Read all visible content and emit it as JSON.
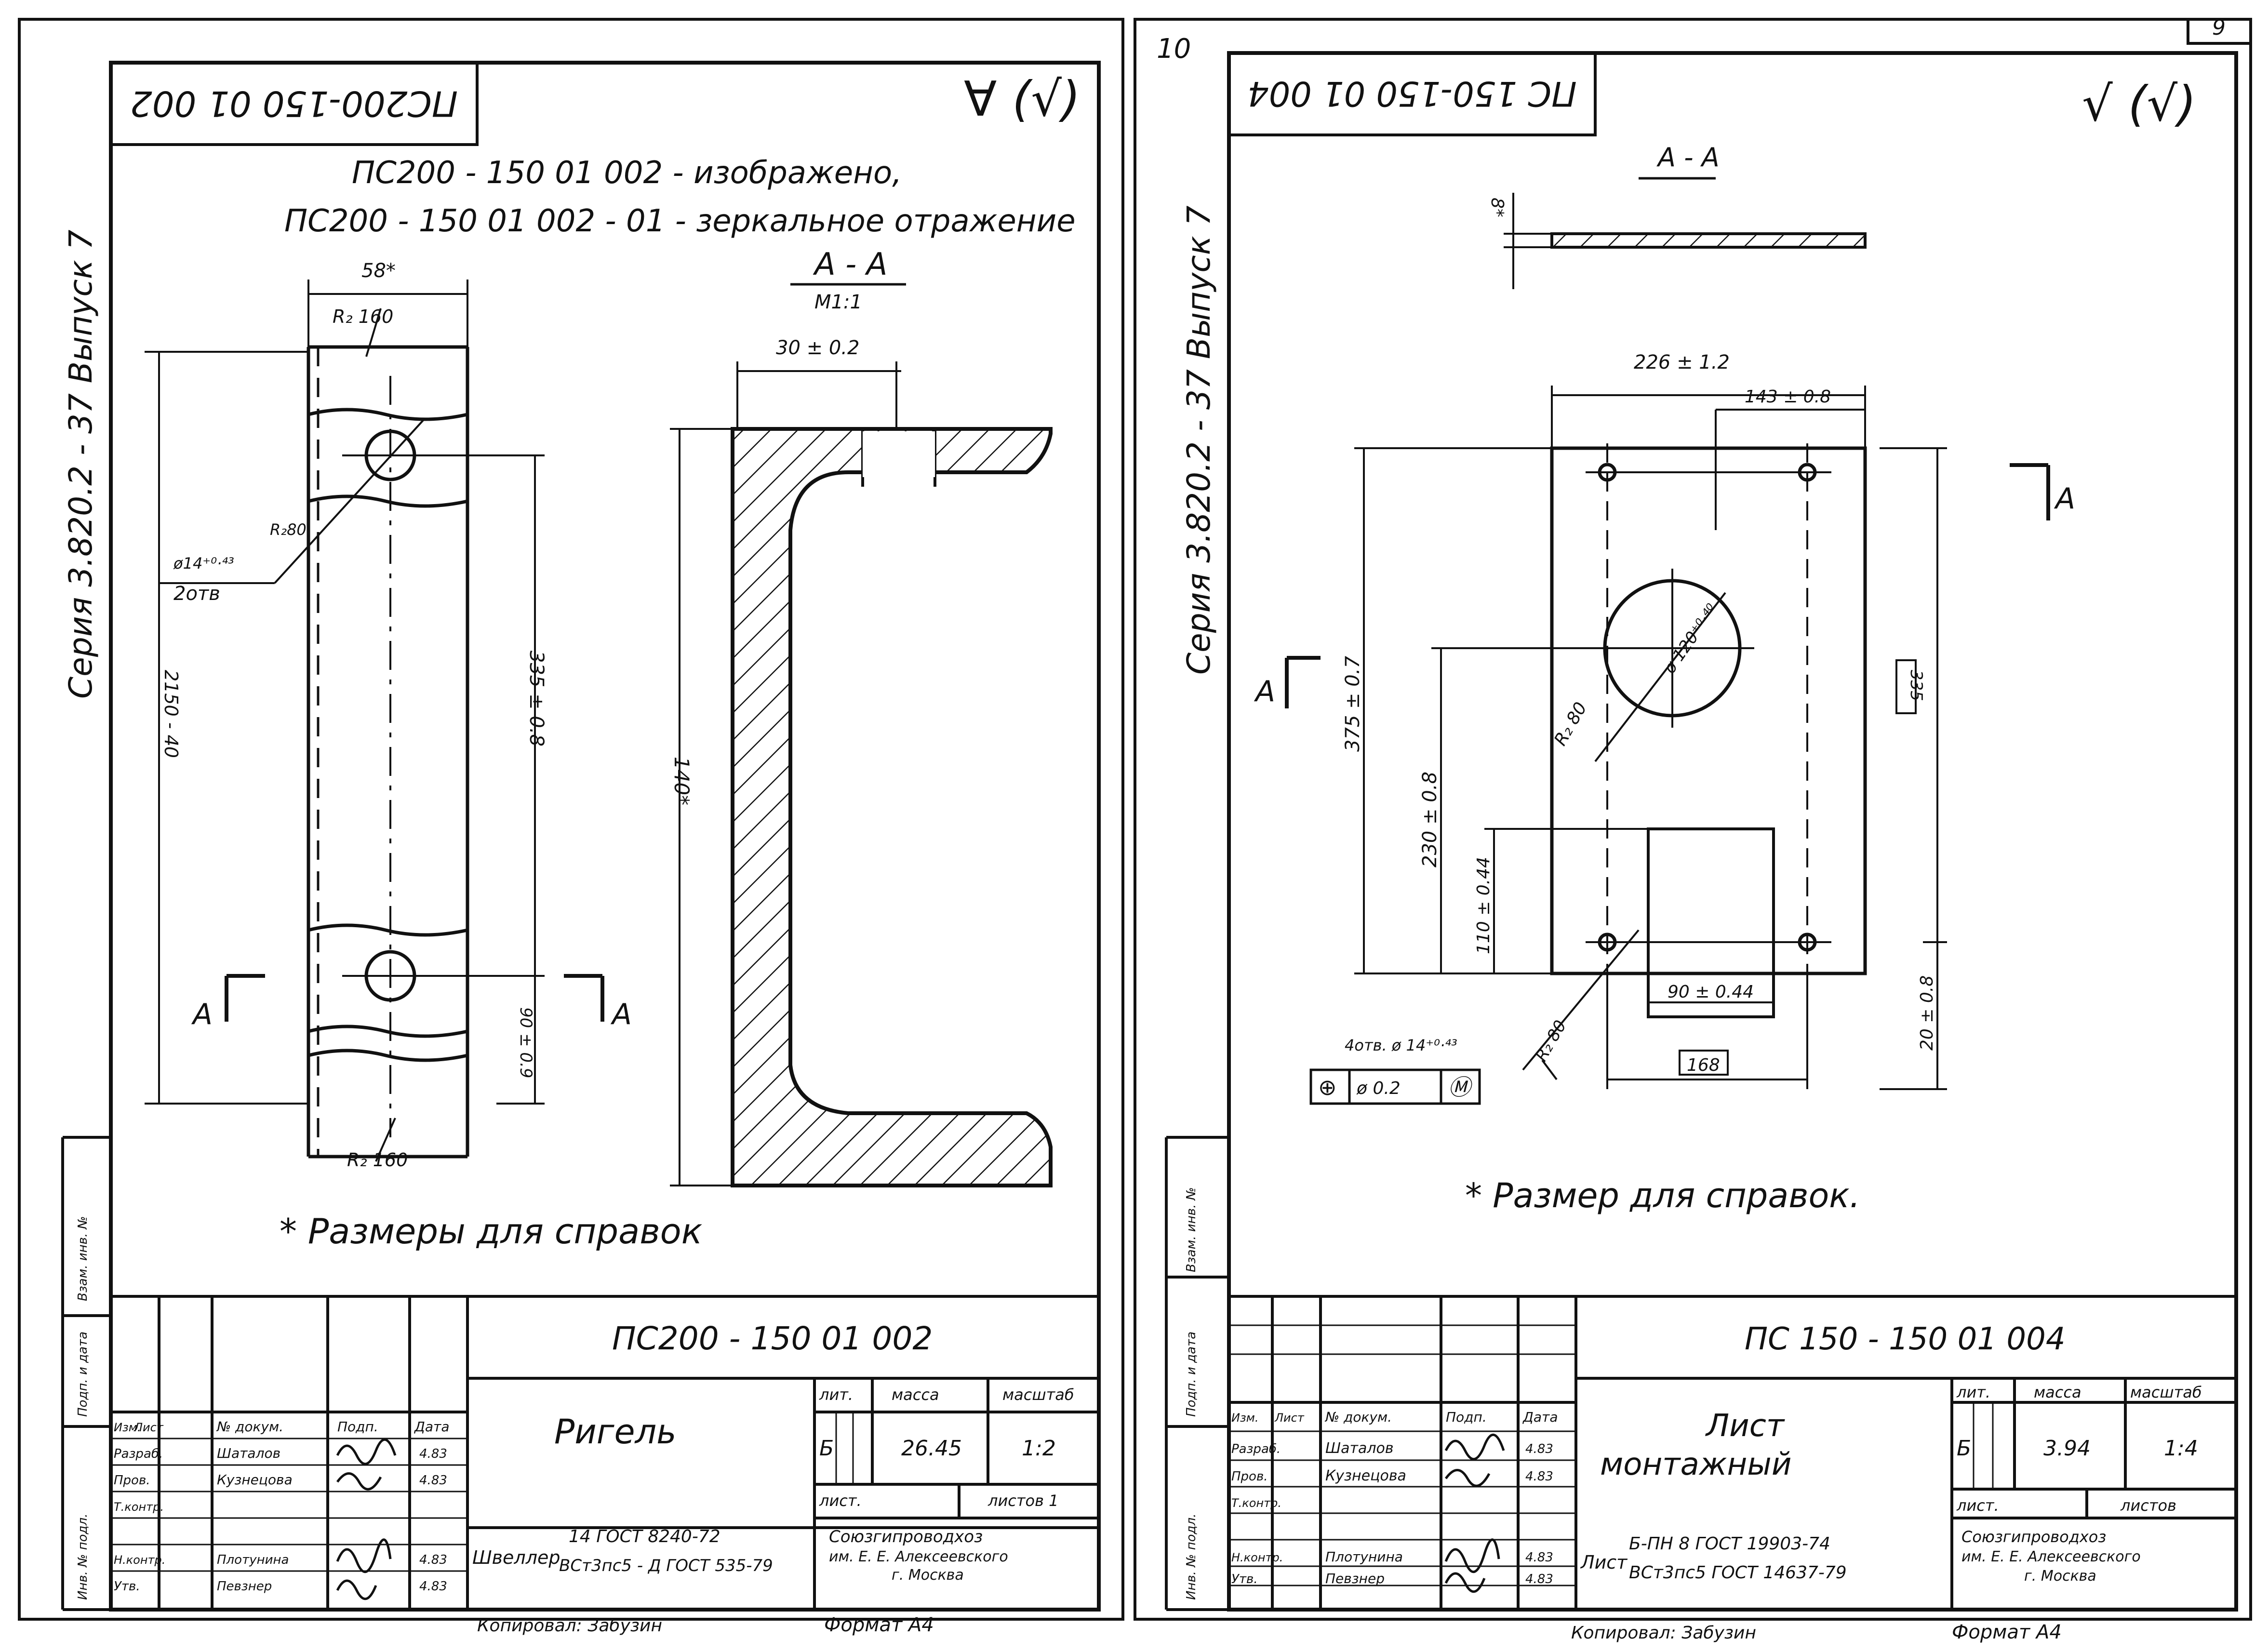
{
  "corner_page_number": "9",
  "left_sheet": {
    "stamp_mirrored": "ПС200-150 01 002",
    "roughness": "∀ (√)",
    "note_line1": "ПС200 - 150 01 002 - изображено,",
    "note_line2": "ПС200 - 150 01 002 - 01 - зеркальное отражение",
    "series": "Серия 3.820.2 - 37 Выпуск 7",
    "dims": {
      "width_top": "58*",
      "radius_top": "R₂ 160",
      "hole": "ø14⁺⁰·⁴³",
      "hole_r": "R₂80",
      "holes_count": "2отв",
      "height_total": "2150 - 40",
      "between_holes": "335 ± 0.8",
      "bottom_offset": "90 ± 0.9",
      "radius_bottom": "R₂ 160"
    },
    "section_title": "А - А",
    "section_scale": "М1:1",
    "section_dim_top": "30 ± 0.2",
    "section_dim_height": "140*",
    "section_mark_left": "А",
    "section_mark_right": "А",
    "footnote": "* Размеры для справок",
    "title_block": {
      "designation": "ПС200 - 150 01 002",
      "name": "Ригель",
      "lit_header": "лит.",
      "mass_header": "масса",
      "scale_header": "масштаб",
      "lit": "Б",
      "mass": "26.45",
      "scale": "1:2",
      "sheet_label": "лист.",
      "sheets_label": "листов 1",
      "material_label": "Швеллер",
      "material_line1": "14 ГОСТ 8240-72",
      "material_line2": "ВСт3пс5 - Д ГОСТ 535-79",
      "org_line1": "Союзгипроводхоз",
      "org_line2": "им. Е. Е. Алексеевского",
      "org_line3": "г. Москва",
      "rev_headers": [
        "Изм.",
        "Лист",
        "№ докум.",
        "Подп.",
        "Дата"
      ],
      "roles": [
        {
          "role": "Разраб.",
          "name": "Шаталов",
          "date": "4.83"
        },
        {
          "role": "Пров.",
          "name": "Кузнецова",
          "date": "4.83"
        },
        {
          "role": "Т.контр.",
          "name": "",
          "date": ""
        },
        {
          "role": "Н.контр.",
          "name": "Плотунина",
          "date": "4.83"
        },
        {
          "role": "Утв.",
          "name": "Певзнер",
          "date": "4.83"
        }
      ],
      "copied": "Копировал: Забузин",
      "format": "Формат А4"
    },
    "side_labels": [
      "Инв. № подл.",
      "Подп. и дата",
      "Взам. инв. №"
    ]
  },
  "right_sheet": {
    "top_page_number": "10",
    "stamp_mirrored": "ПС 150-150 01 004",
    "roughness": "√ (√)",
    "series": "Серия 3.820.2 - 37 Выпуск 7",
    "section_title": "А - А",
    "thickness": "8*",
    "dims": {
      "width_total": "226 ± 1.2",
      "hole_spacing_top": "143 ± 0.8",
      "height_total": "375 ± 0.7",
      "hole_to_center": "230 ± 0.8",
      "lower": "110 ± 0.44",
      "center_dia": "ø 120⁺⁰·⁴⁰",
      "radius": "R₂ 80",
      "boxed_335": "335",
      "cutout_width": "90 ± 0.44",
      "bottom_edge": "20 ± 0.8",
      "boxed_168": "168",
      "holes_note": "4отв. ø 14⁺⁰·⁴³",
      "radius_2": "R₂ 80",
      "tolerance_frame": [
        "⊕",
        "ø 0.2",
        "Ⓜ"
      ]
    },
    "section_mark_left": "А",
    "section_mark_right": "А",
    "footnote": "* Размер для справок.",
    "title_block": {
      "designation": "ПС 150 - 150 01 004",
      "name_line1": "Лист",
      "name_line2": "монтажный",
      "lit_header": "лит.",
      "mass_header": "масса",
      "scale_header": "масштаб",
      "lit": "Б",
      "mass": "3.94",
      "scale": "1:4",
      "sheet_label": "лист.",
      "sheets_label": "листов",
      "material_label": "Лист",
      "material_line1": "Б-ПН 8 ГОСТ 19903-74",
      "material_line2": "ВСт3пс5 ГОСТ 14637-79",
      "org_line1": "Союзгипроводхоз",
      "org_line2": "им. Е. Е. Алексеевского",
      "org_line3": "г. Москва",
      "rev_headers": [
        "Изм.",
        "Лист",
        "№ докум.",
        "Подп.",
        "Дата"
      ],
      "roles": [
        {
          "role": "Разраб.",
          "name": "Шаталов",
          "date": "4.83"
        },
        {
          "role": "Пров.",
          "name": "Кузнецова",
          "date": "4.83"
        },
        {
          "role": "Т.контр.",
          "name": "",
          "date": ""
        },
        {
          "role": "Н.контр.",
          "name": "Плотунина",
          "date": "4.83"
        },
        {
          "role": "Утв.",
          "name": "Певзнер",
          "date": "4.83"
        }
      ],
      "copied": "Копировал: Забузин",
      "format": "Формат А4"
    },
    "side_labels": [
      "Инв. № подл.",
      "Подп. и дата",
      "Взам. инв. №"
    ]
  }
}
